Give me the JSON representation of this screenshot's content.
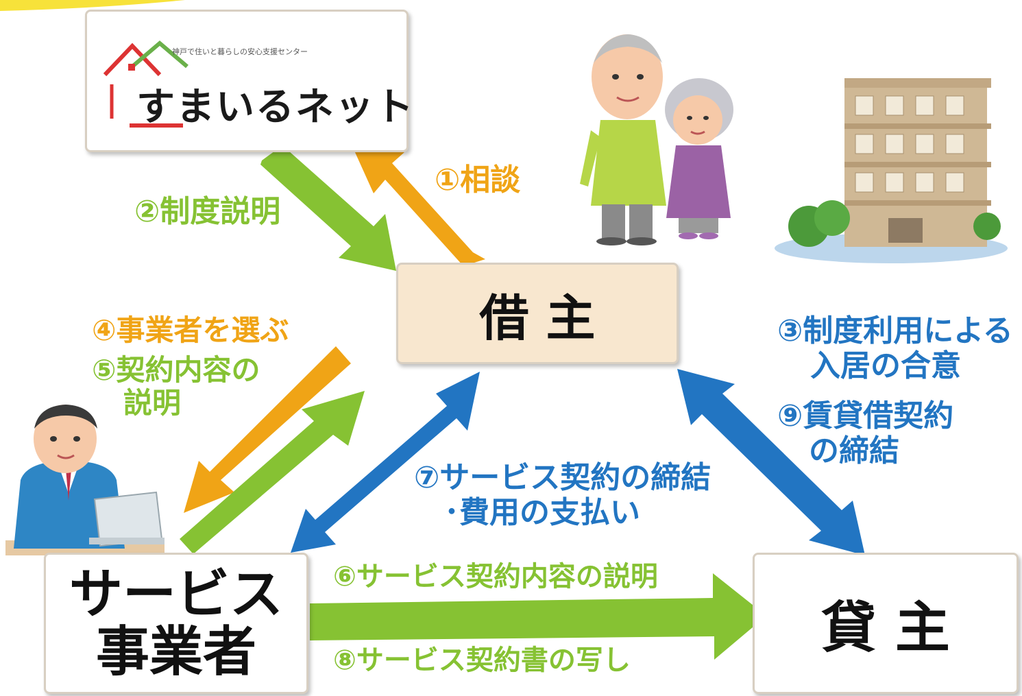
{
  "logo": {
    "tagline": "神戸で住いと暮らしの安心支援センター",
    "name": "すまいるネット"
  },
  "nodes": {
    "borrower": "借 主",
    "service_provider_line1": "サービス",
    "service_provider_line2": "事業者",
    "landlord": "貸 主"
  },
  "steps": {
    "s1": "①相談",
    "s2": "②制度説明",
    "s3_line1": "③制度利用による",
    "s3_line2": "入居の合意",
    "s4": "④事業者を選ぶ",
    "s5_line1": "⑤契約内容の",
    "s5_line2": "説明",
    "s6": "⑥サービス契約内容の説明",
    "s7_line1": "⑦サービス契約の締結",
    "s7_line2": "･費用の支払い",
    "s8": "⑧サービス契約書の写し",
    "s9_line1": "⑨賃貸借契約",
    "s9_line2": "の締結"
  },
  "colors": {
    "orange": "#f0a416",
    "green": "#86c233",
    "blue": "#2275c2",
    "node_fill": "#f8e7cf",
    "box_border": "#d8cfc2"
  }
}
